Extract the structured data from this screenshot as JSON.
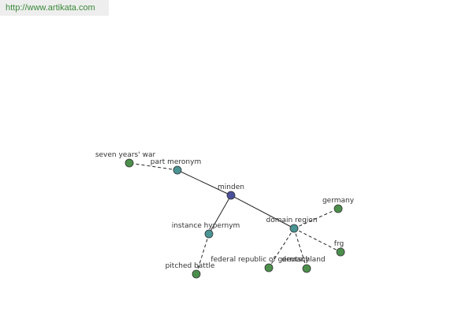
{
  "header": {
    "url": "http://www.artikata.com"
  },
  "colors": {
    "center": "#4a4f9a",
    "relation": "#4a9494",
    "leaf": "#4c8f4c",
    "edge": "#222222",
    "stroke": "#333333"
  },
  "graph": {
    "nodes": [
      {
        "id": "minden",
        "label": "minden",
        "kind": "center"
      },
      {
        "id": "part_meronym",
        "label": "part meronym",
        "kind": "relation"
      },
      {
        "id": "instance_hypernym",
        "label": "instance hypernym",
        "kind": "relation"
      },
      {
        "id": "domain_region",
        "label": "domain region",
        "kind": "relation"
      },
      {
        "id": "seven_years_war",
        "label": "seven years' war",
        "kind": "leaf"
      },
      {
        "id": "pitched_battle",
        "label": "pitched battle",
        "kind": "leaf"
      },
      {
        "id": "germany",
        "label": "germany",
        "kind": "leaf"
      },
      {
        "id": "frg",
        "label": "frg",
        "kind": "leaf"
      },
      {
        "id": "federal_republic_of_germany",
        "label": "federal republic of germany",
        "kind": "leaf"
      },
      {
        "id": "deutschland",
        "label": "deutschland",
        "kind": "leaf"
      }
    ],
    "edges": [
      {
        "from": "minden",
        "to": "part_meronym",
        "style": "solid"
      },
      {
        "from": "minden",
        "to": "instance_hypernym",
        "style": "solid"
      },
      {
        "from": "minden",
        "to": "domain_region",
        "style": "solid"
      },
      {
        "from": "part_meronym",
        "to": "seven_years_war",
        "style": "dashed"
      },
      {
        "from": "instance_hypernym",
        "to": "pitched_battle",
        "style": "dashed"
      },
      {
        "from": "domain_region",
        "to": "germany",
        "style": "dashed"
      },
      {
        "from": "domain_region",
        "to": "frg",
        "style": "dashed"
      },
      {
        "from": "domain_region",
        "to": "federal_republic_of_germany",
        "style": "dashed"
      },
      {
        "from": "domain_region",
        "to": "deutschland",
        "style": "dashed"
      }
    ]
  }
}
